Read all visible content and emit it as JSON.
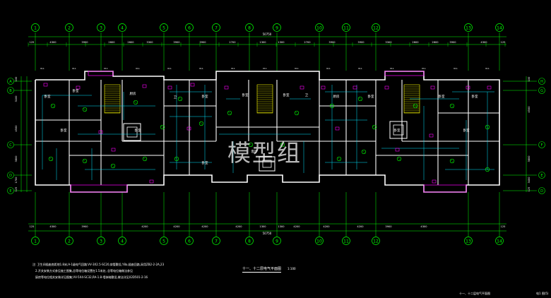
{
  "axis_top": [
    "1",
    "2",
    "3",
    "4",
    "5",
    "6",
    "7",
    "8",
    "9",
    "10",
    "11",
    "12",
    "13",
    "14"
  ],
  "axis_bottom": [
    "1",
    "2",
    "3",
    "4",
    "5",
    "6",
    "7",
    "8",
    "9",
    "10",
    "11",
    "12",
    "13",
    "14"
  ],
  "axis_left": [
    "A",
    "B",
    "C",
    "D",
    "E"
  ],
  "axis_right": [
    "H",
    "G",
    "F",
    "E",
    "D"
  ],
  "dims_top_total": "50750",
  "dims_bottom_total": "50750",
  "dims_top": [
    "125",
    "4300",
    "3900",
    "2600",
    "2600",
    "3300",
    "3900",
    "3900",
    "2700",
    "1300",
    "1300",
    "2700",
    "3900",
    "3900",
    "3300",
    "2600",
    "2600",
    "3900",
    "4300",
    "125"
  ],
  "dims_bottom": [
    "125",
    "4300",
    "3900",
    "4200",
    "4200",
    "4200",
    "4200",
    "1300",
    "1300",
    "4200",
    "4200",
    "4200",
    "3900",
    "4300",
    "125"
  ],
  "dims_left": [
    "100",
    "3100",
    "4500",
    "3800",
    "1700",
    "125"
  ],
  "dims_right": [
    "100",
    "4500",
    "3800",
    "3400",
    "125"
  ],
  "rooms": [
    "卧室",
    "卧室",
    "厨房",
    "卫",
    "卧室",
    "卧室",
    "客厅",
    "卧室",
    "卫",
    "厨房",
    "卧室",
    "卧室",
    "卧室",
    "卧室",
    "卧室",
    "卧室",
    "卧室",
    "卧室"
  ],
  "watermark": "模型组",
  "notes": [
    "注: 卫生间插座底距地1.8米;A-1级电气回路:VV-3X2.5-SC20,穿管敷设,Y8a,插座回路,采用ZB2-2-2A,23",
    "2.开关安装方式参见施工图集,总等电位箱设置在1.5米处, 总等电位箱做法参见",
    "厨房等电位相关安装详见图集;VV-5X4-SC32,RA-1.8-墙体暗敷设,做法详见02D501-2-16"
  ],
  "drawing_title": "十一、十二层电气平面图",
  "drawing_scale": "1:100",
  "corner_title": "十一、十二层电气平面图",
  "corner_stamp": "电1 图(5)",
  "colors": {
    "axis": "#00ff00",
    "wall": "#ffffff",
    "wire": "#00e5ff",
    "device": "#ff00ff",
    "stair": "#ffff00",
    "text": "#ffffff",
    "dim": "#00ff00"
  }
}
